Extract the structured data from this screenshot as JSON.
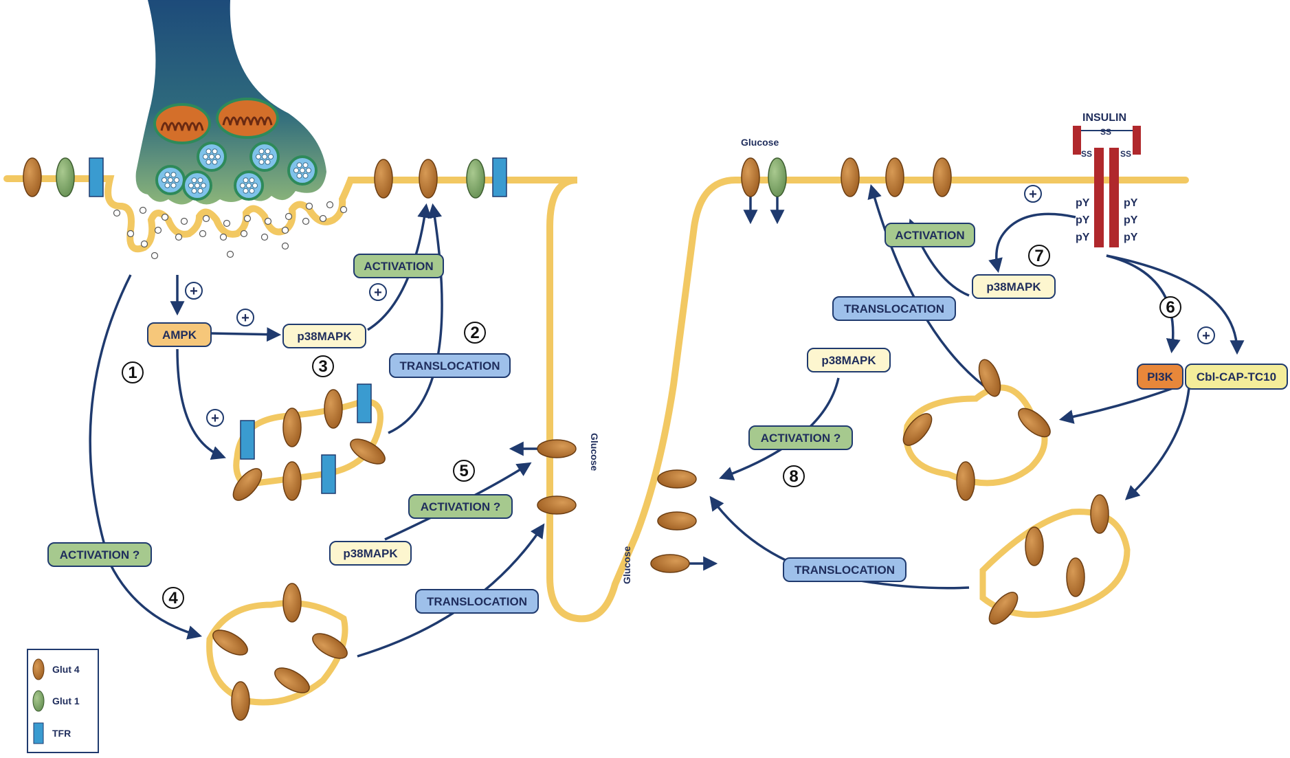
{
  "labels": {
    "ampk": "AMPK",
    "p38": "p38MAPK",
    "activation": "ACTIVATION",
    "activation_q": "ACTIVATION ?",
    "translocation": "TRANSLOCATION",
    "glucose": "Glucose",
    "insulin": "INSULIN",
    "ss": "SS",
    "py": "pY",
    "pi3k": "PI3K",
    "cbl": "Cbl-CAP-TC10",
    "plus": "+"
  },
  "steps": [
    "1",
    "2",
    "3",
    "4",
    "5",
    "6",
    "7",
    "8"
  ],
  "legend": [
    {
      "label": "Glut 4",
      "icon": "glut4-icon",
      "color": "#b8732c"
    },
    {
      "label": "Glut 1",
      "icon": "glut1-icon",
      "color": "#7fa56a"
    },
    {
      "label": "TFR",
      "icon": "tfr-icon",
      "color": "#3a9bd0"
    }
  ],
  "colors": {
    "membrane": "#f2c862",
    "arrow": "#1f3a6e",
    "activation_box": "#a6c98e",
    "translocation_box": "#9ec0ea",
    "p38_box": "#fdf6cf",
    "ampk_box": "#f6c77a",
    "pi3k_box": "#e8873a",
    "cbl_box": "#f4ed9a",
    "receptor": "#b0282c",
    "neuron_top": "#1d4b7a",
    "neuron_bottom": "#8cb57a"
  }
}
